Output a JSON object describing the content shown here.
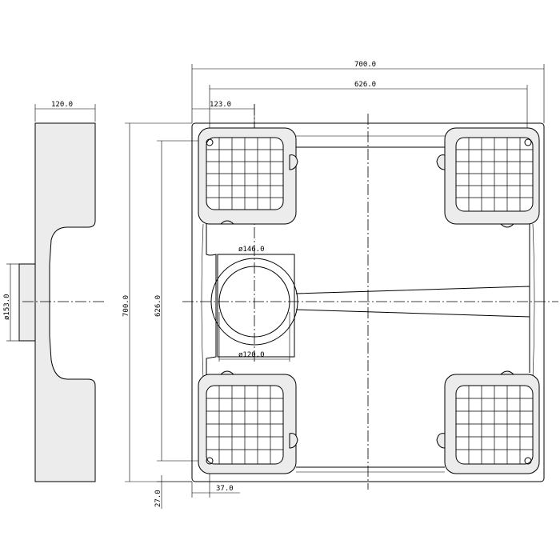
{
  "drawing": {
    "dimensions": {
      "overall_width": "700.0",
      "inner_width": "626.0",
      "pad_width": "123.0",
      "side_depth": "120.0",
      "drain_outer_dia": "ø146.0",
      "drain_inner_dia": "ø120.0",
      "side_dia": "ø153.0",
      "overall_height": "700.0",
      "inner_height": "626.0",
      "corner_offset_v": "27.0",
      "corner_offset_h": "37.0"
    }
  }
}
